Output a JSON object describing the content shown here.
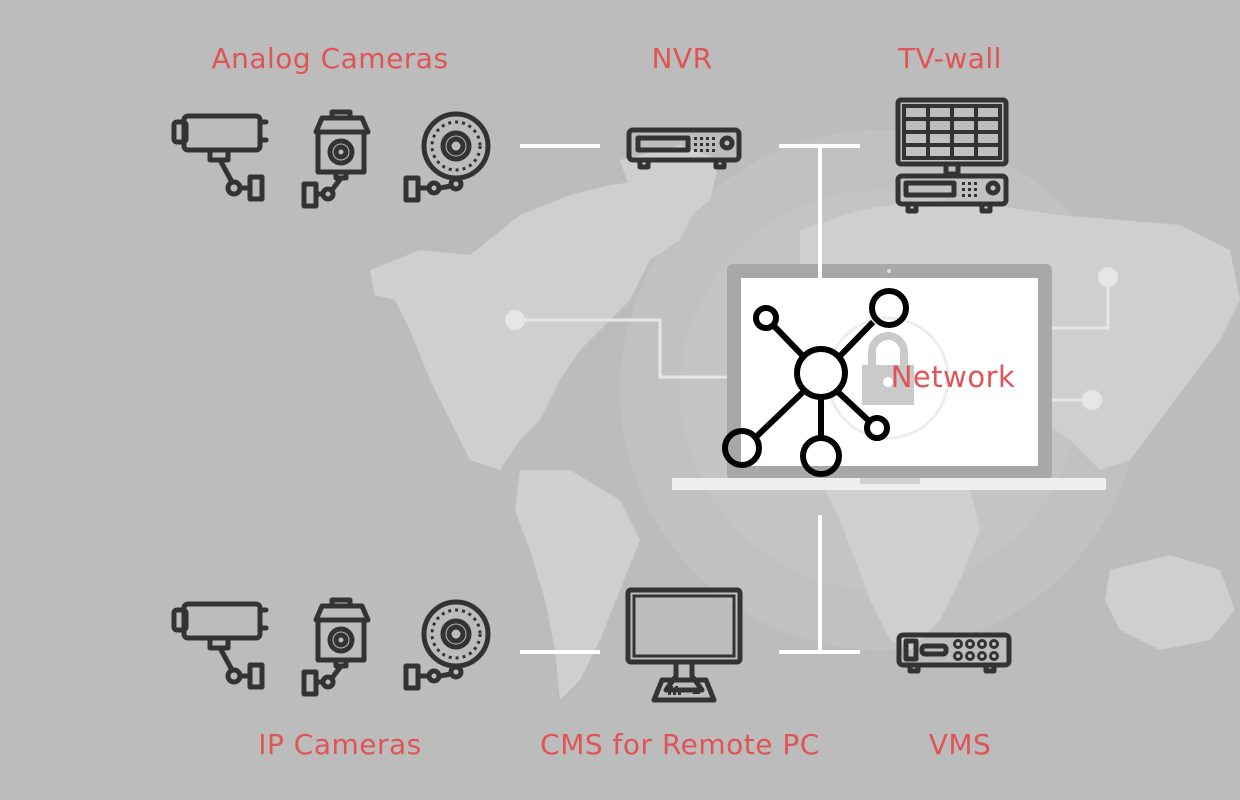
{
  "diagram": {
    "title": "Network Surveillance System Diagram",
    "center": {
      "label": "Network"
    },
    "nodes": [
      {
        "id": "analog-cameras",
        "label": "Analog Cameras"
      },
      {
        "id": "nvr",
        "label": "NVR"
      },
      {
        "id": "tv-wall",
        "label": "TV-wall"
      },
      {
        "id": "ip-cameras",
        "label": "IP Cameras"
      },
      {
        "id": "cms",
        "label": "CMS for Remote PC"
      },
      {
        "id": "vms",
        "label": "VMS"
      }
    ],
    "connections": [
      [
        "analog-cameras",
        "nvr"
      ],
      [
        "nvr",
        "network"
      ],
      [
        "network",
        "tv-wall"
      ],
      [
        "ip-cameras",
        "cms"
      ],
      [
        "cms",
        "network"
      ],
      [
        "network",
        "vms"
      ]
    ],
    "colors": {
      "label": "#e05456",
      "background": "#bcbcbc",
      "icon": "#333333",
      "connector": "#ffffff"
    }
  }
}
